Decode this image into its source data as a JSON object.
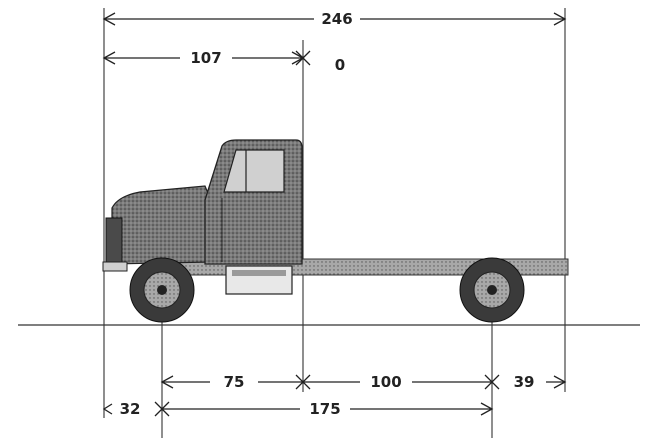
{
  "diagram": {
    "labels": {
      "overall_length": "246",
      "front_to_cab": "107",
      "cab_reference": "0",
      "axle_to_cab": "75",
      "cab_to_rear_axle": "100",
      "rear_overhang": "39",
      "front_overhang": "32",
      "wheelbase": "175"
    },
    "colors": {
      "line": "#222222",
      "truck_body": "#5a5a5a",
      "truck_light": "#bdbdbd",
      "wheel": "#3a3a3a"
    }
  }
}
